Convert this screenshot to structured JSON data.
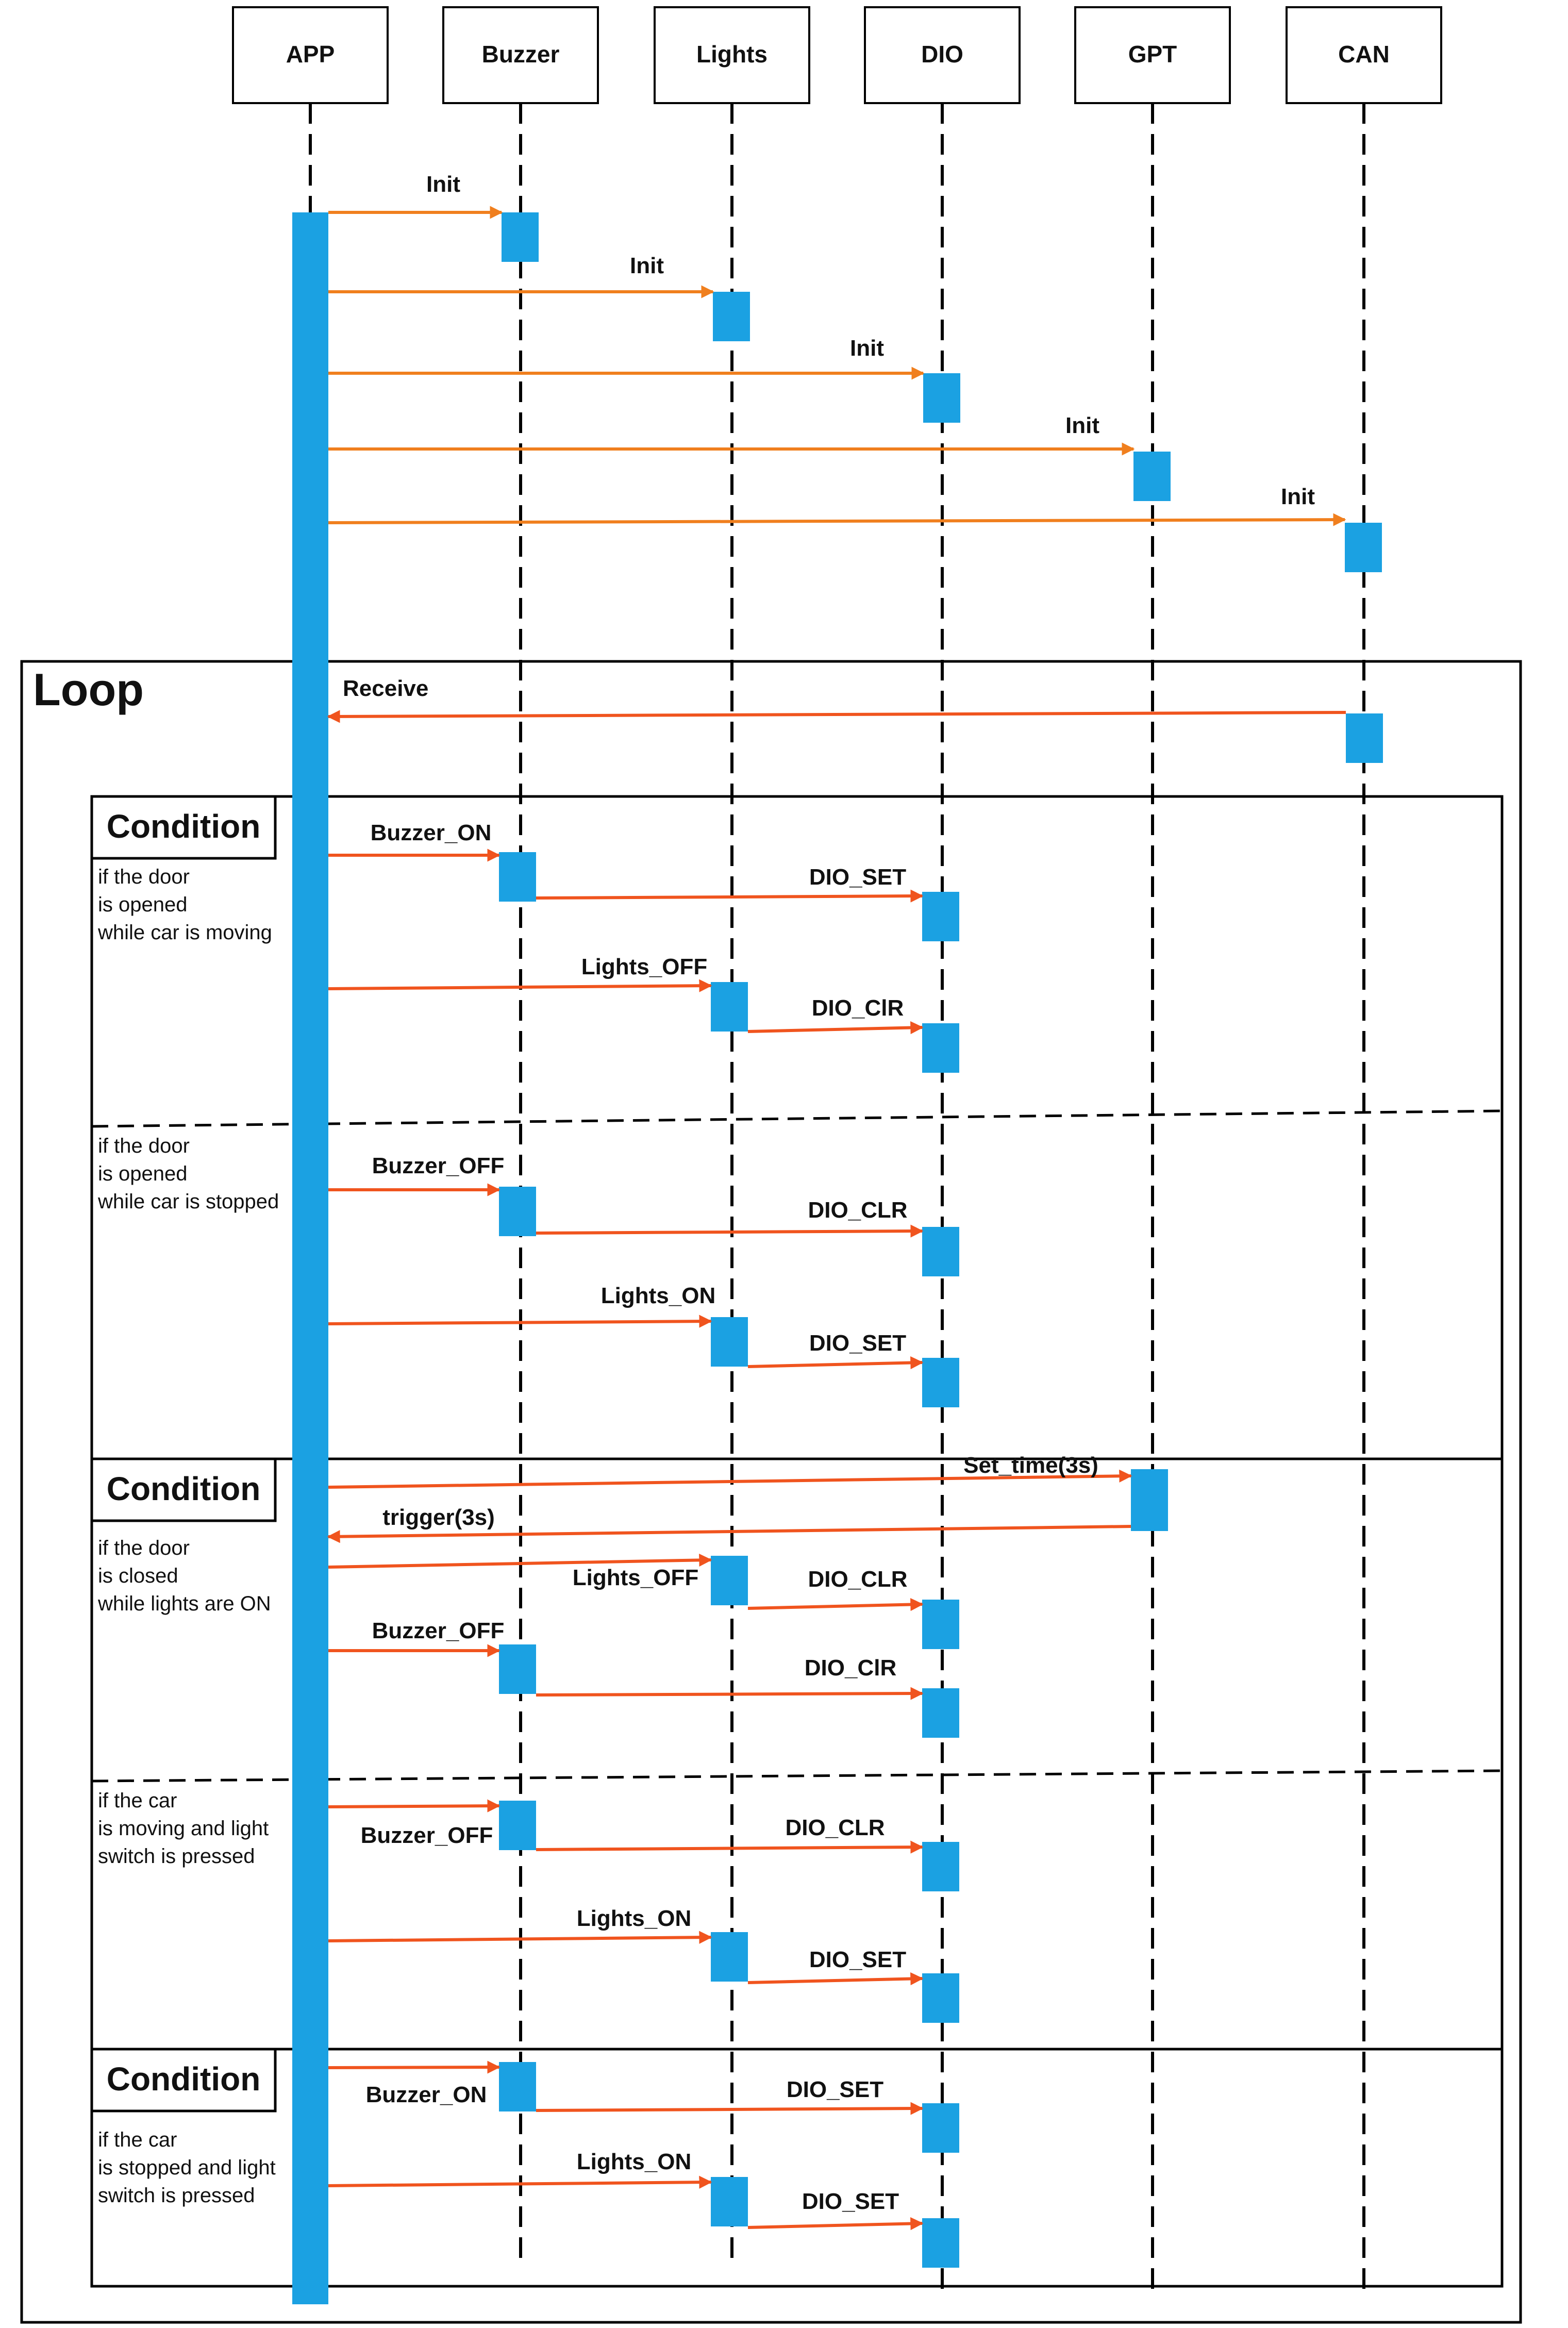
{
  "colors": {
    "activation": "#1ba1e2",
    "init_arrow": "#f07f1e",
    "loop_arrow": "#f0541e",
    "line": "#000000"
  },
  "participants": [
    {
      "id": "APP",
      "label": "APP"
    },
    {
      "id": "Buzzer",
      "label": "Buzzer"
    },
    {
      "id": "Lights",
      "label": "Lights"
    },
    {
      "id": "DIO",
      "label": "DIO"
    },
    {
      "id": "GPT",
      "label": "GPT"
    },
    {
      "id": "CAN",
      "label": "CAN"
    }
  ],
  "loop": {
    "label": "Loop"
  },
  "conditions": [
    {
      "title": "Condition",
      "branches": [
        {
          "lines": [
            "if the door",
            "is opened",
            "while car is moving"
          ]
        },
        {
          "lines": [
            "if the door",
            "is opened",
            "while car is stopped"
          ]
        }
      ]
    },
    {
      "title": "Condition",
      "branches": [
        {
          "lines": [
            "if the door",
            "is closed",
            "while lights are ON"
          ]
        },
        {
          "lines": [
            "if the car",
            "is moving and light",
            "switch is pressed"
          ]
        }
      ]
    },
    {
      "title": "Condition",
      "branches": [
        {
          "lines": [
            "if the car",
            "is stopped and light",
            "switch is pressed"
          ]
        }
      ]
    }
  ],
  "messages": [
    {
      "from": "APP",
      "to": "Buzzer",
      "label": "Init",
      "kind": "init"
    },
    {
      "from": "APP",
      "to": "Lights",
      "label": "Init",
      "kind": "init"
    },
    {
      "from": "APP",
      "to": "DIO",
      "label": "Init",
      "kind": "init"
    },
    {
      "from": "APP",
      "to": "GPT",
      "label": "Init",
      "kind": "init"
    },
    {
      "from": "APP",
      "to": "CAN",
      "label": "Init",
      "kind": "init"
    },
    {
      "from": "CAN",
      "to": "APP",
      "label": "Receive",
      "kind": "loop"
    },
    {
      "from": "APP",
      "to": "Buzzer",
      "label": "Buzzer_ON",
      "kind": "loop"
    },
    {
      "from": "Buzzer",
      "to": "DIO",
      "label": "DIO_SET",
      "kind": "loop"
    },
    {
      "from": "APP",
      "to": "Lights",
      "label": "Lights_OFF",
      "kind": "loop"
    },
    {
      "from": "Lights",
      "to": "DIO",
      "label": "DIO_ClR",
      "kind": "loop"
    },
    {
      "from": "APP",
      "to": "Buzzer",
      "label": "Buzzer_OFF",
      "kind": "loop"
    },
    {
      "from": "Buzzer",
      "to": "DIO",
      "label": "DIO_CLR",
      "kind": "loop"
    },
    {
      "from": "APP",
      "to": "Lights",
      "label": "Lights_ON",
      "kind": "loop"
    },
    {
      "from": "Lights",
      "to": "DIO",
      "label": "DIO_SET",
      "kind": "loop"
    },
    {
      "from": "APP",
      "to": "GPT",
      "label": "Set_time(3s)",
      "kind": "loop"
    },
    {
      "from": "GPT",
      "to": "APP",
      "label": "trigger(3s)",
      "kind": "loop"
    },
    {
      "from": "APP",
      "to": "Lights",
      "label": "Lights_OFF",
      "kind": "loop"
    },
    {
      "from": "Lights",
      "to": "DIO",
      "label": "DIO_CLR",
      "kind": "loop"
    },
    {
      "from": "APP",
      "to": "Buzzer",
      "label": "Buzzer_OFF",
      "kind": "loop"
    },
    {
      "from": "Buzzer",
      "to": "DIO",
      "label": "DIO_ClR",
      "kind": "loop"
    },
    {
      "from": "APP",
      "to": "Buzzer",
      "label": "Buzzer_OFF",
      "kind": "loop"
    },
    {
      "from": "Buzzer",
      "to": "DIO",
      "label": "DIO_CLR",
      "kind": "loop"
    },
    {
      "from": "APP",
      "to": "Lights",
      "label": "Lights_ON",
      "kind": "loop"
    },
    {
      "from": "Lights",
      "to": "DIO",
      "label": "DIO_SET",
      "kind": "loop"
    },
    {
      "from": "APP",
      "to": "Buzzer",
      "label": "Buzzer_ON",
      "kind": "loop"
    },
    {
      "from": "Buzzer",
      "to": "DIO",
      "label": "DIO_SET",
      "kind": "loop"
    },
    {
      "from": "APP",
      "to": "Lights",
      "label": "Lights_ON",
      "kind": "loop"
    },
    {
      "from": "Lights",
      "to": "DIO",
      "label": "DIO_SET",
      "kind": "loop"
    }
  ]
}
